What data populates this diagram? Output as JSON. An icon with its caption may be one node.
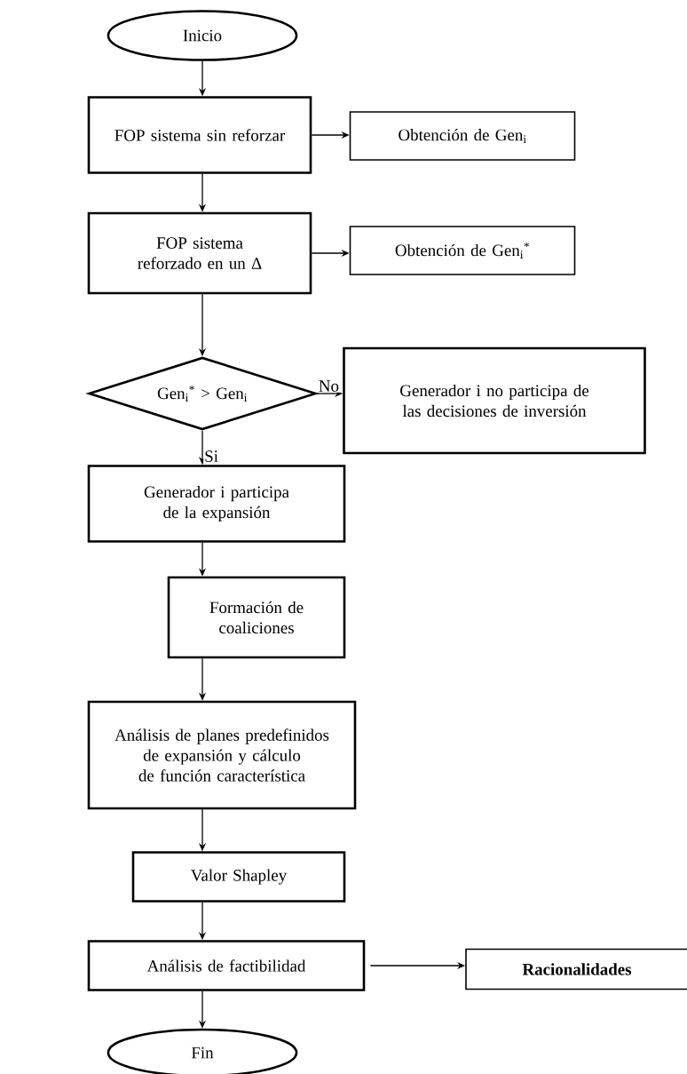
{
  "diagram": {
    "nodes": [
      {
        "text": [
          "Inicio"
        ]
      },
      {
        "text": [
          "FOP sistema sin reforzar"
        ]
      },
      {
        "text": [
          "Obtención de Gen$_{i}$"
        ]
      },
      {
        "text": [
          "FOP sistema reforzado en un Δ"
        ]
      },
      {
        "text": [
          "Obtención de Gen$_{i}$$^{*}$"
        ]
      },
      {
        "text": [
          "Gen$_{i}$$^{*}$ > Gen$_{i}$"
        ]
      },
      {
        "text": [
          "Generador i no participa de las decisiones de inversión"
        ]
      },
      {
        "text": [
          "Generador i participa de la expansión"
        ]
      },
      {
        "text": [
          "Formación de coaliciones"
        ]
      },
      {
        "text": [
          "Análisis de planes predefinidos de expansión y cálculo de función característica"
        ]
      },
      {
        "text": [
          "Valor Shapley"
        ]
      },
      {
        "text": [
          "Análisis de factibilidad"
        ]
      },
      {
        "text": [
          "Racionalidades"
        ]
      },
      {
        "text": [
          "Fin"
        ]
      }
    ],
    "edges": [
      {
        "from": 0,
        "to": 1,
        "arrow": "to"
      },
      {
        "from": 1,
        "to": 2,
        "arrow": "to"
      },
      {
        "from": 1,
        "to": 3,
        "arrow": "to"
      },
      {
        "from": 3,
        "to": 4,
        "arrow": "to"
      },
      {
        "from": 3,
        "to": 5,
        "arrow": "to"
      },
      {
        "from": 5,
        "to": 6,
        "arrow": "to",
        "label": "No"
      },
      {
        "from": 5,
        "to": 7,
        "arrow": "to",
        "label": "Si"
      },
      {
        "from": 7,
        "to": 8,
        "arrow": "to"
      },
      {
        "from": 8,
        "to": 9,
        "arrow": "to"
      },
      {
        "from": 9,
        "to": 10,
        "arrow": "to"
      },
      {
        "from": 10,
        "to": 11,
        "arrow": "to"
      },
      {
        "from": 11,
        "to": 12,
        "arrow": "to"
      },
      {
        "from": 11,
        "to": 13,
        "arrow": "to"
      }
    ]
  }
}
